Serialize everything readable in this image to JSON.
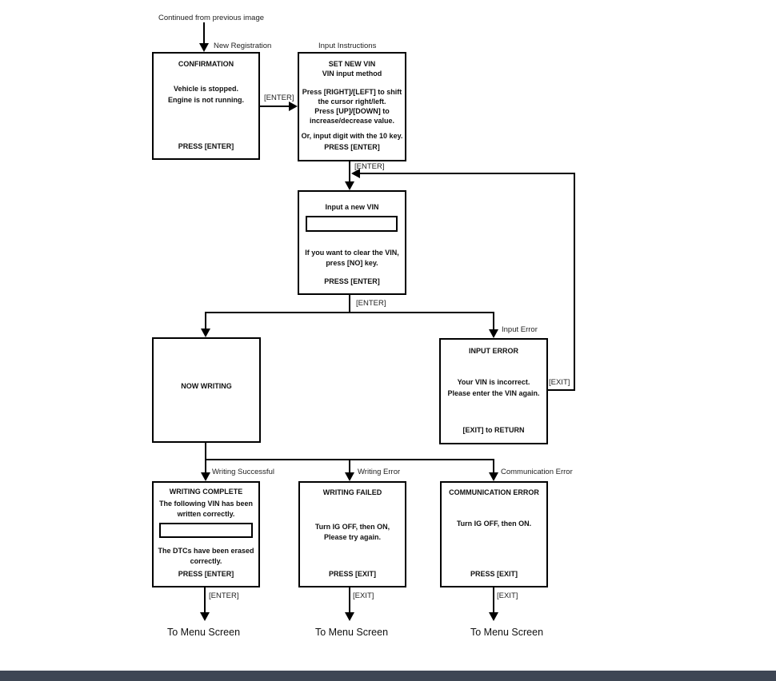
{
  "page": {
    "background": "#ffffff",
    "line_color": "#000000",
    "bottom_bar_color": "#3e4654"
  },
  "labels": {
    "continued": "Continued from previous image",
    "new_registration": "New Registration",
    "input_instructions": "Input Instructions",
    "enter_top": "[ENTER]",
    "enter_return": "[ENTER]",
    "enter_branch": "[ENTER]",
    "input_error": "Input Error",
    "exit_loop": "[EXIT]",
    "writing_successful": "Writing Successful",
    "writing_error": "Writing Error",
    "communication_error": "Communication Error",
    "enter_bottom": "[ENTER]",
    "exit_bottom_1": "[EXIT]",
    "exit_bottom_2": "[EXIT]",
    "to_menu_1": "To Menu Screen",
    "to_menu_2": "To Menu Screen",
    "to_menu_3": "To Menu Screen"
  },
  "boxes": {
    "confirmation": {
      "title": "CONFIRMATION",
      "line1": "Vehicle is stopped.",
      "line2": "Engine is not running.",
      "footer": "PRESS [ENTER]"
    },
    "set_new_vin": {
      "title1": "SET NEW VIN",
      "title2": "VIN input method",
      "p1": "Press [RIGHT]/[LEFT] to shift",
      "p2": "the cursor right/left.",
      "p3": "Press [UP]/[DOWN] to",
      "p4": "increase/decrease value.",
      "p5": "Or, input digit with the 10 key.",
      "footer": "PRESS [ENTER]"
    },
    "input_vin": {
      "title": "Input a new VIN",
      "field_value": "",
      "p1": "If you want to clear the VIN,",
      "p2": "press [NO] key.",
      "footer": "PRESS [ENTER]"
    },
    "now_writing": {
      "title": "NOW WRITING"
    },
    "input_error": {
      "title": "INPUT ERROR",
      "p1": "Your VIN is incorrect.",
      "p2": "Please enter the VIN again.",
      "footer": "[EXIT] to RETURN"
    },
    "writing_complete": {
      "title": "WRITING COMPLETE",
      "p1": "The following VIN has been",
      "p2": "written correctly.",
      "field_value": "",
      "p3": "The DTCs have been erased",
      "p4": "correctly.",
      "footer": "PRESS [ENTER]"
    },
    "writing_failed": {
      "title": "WRITING FAILED",
      "p1": "Turn IG OFF, then ON,",
      "p2": "Please try again.",
      "footer": "PRESS [EXIT]"
    },
    "communication_error": {
      "title": "COMMUNICATION ERROR",
      "p1": "Turn IG OFF, then ON.",
      "footer": "PRESS [EXIT]"
    }
  }
}
